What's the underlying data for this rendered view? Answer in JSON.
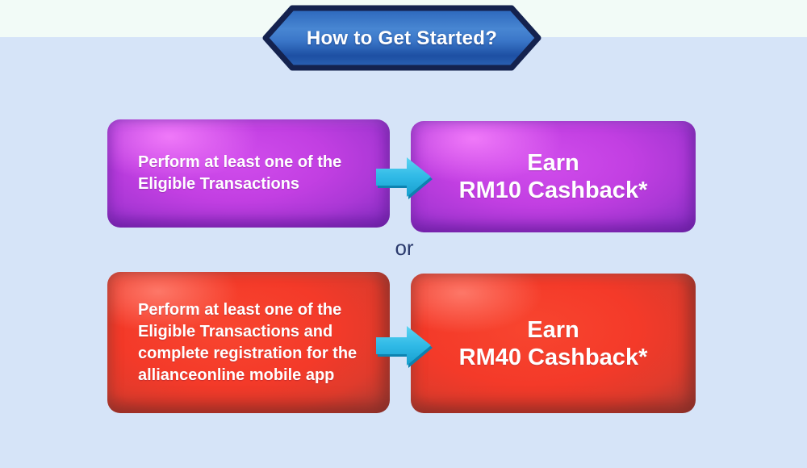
{
  "banner": {
    "title": "How to Get Started?"
  },
  "flow": {
    "connector_label": "or",
    "rows": [
      {
        "id": "rm10",
        "theme": "purple",
        "step_lines": [
          "Perform at least one of the",
          "Eligible Transactions"
        ],
        "reward_lines": [
          "Earn",
          "RM10 Cashback*"
        ]
      },
      {
        "id": "rm40",
        "theme": "red",
        "step_lines": [
          "Perform at least one of the",
          "Eligible Transactions and",
          "complete registration for the",
          "allianceonline mobile app"
        ],
        "reward_lines": [
          "Earn",
          "RM40 Cashback*"
        ]
      }
    ]
  },
  "icons": {
    "connector": "arrow-right-icon"
  },
  "colors": {
    "background": "#d6e4f8",
    "top_strip": "#f2fbf7",
    "banner_fill": "#2b66bb",
    "banner_border": "#14224e",
    "purple_box": "#c23fe2",
    "red_box": "#f43a29",
    "arrow_cyan": "#2fb9e6",
    "connector_text": "#2b3a6d",
    "box_text": "#ffffff"
  }
}
